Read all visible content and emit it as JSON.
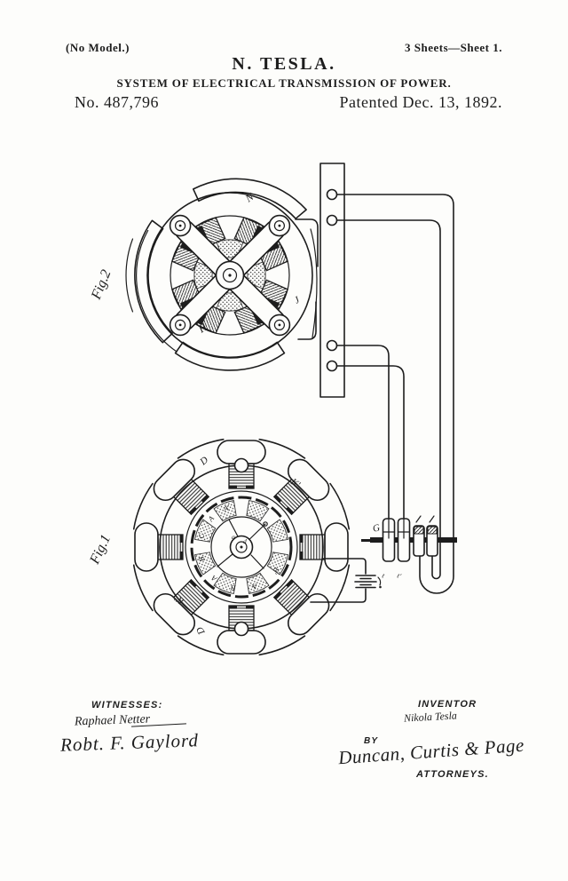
{
  "colors": {
    "ink": "#1d1d1d",
    "paper": "#fdfdfb"
  },
  "header": {
    "no_model": "(No Model.)",
    "sheets": "3 Sheets—Sheet 1.",
    "name": "N. TESLA.",
    "title": "SYSTEM OF ELECTRICAL TRANSMISSION OF POWER.",
    "number": "No. 487,796",
    "date": "Patented Dec. 13, 1892."
  },
  "fig2": {
    "caption": "Fig.2",
    "label_n": "N",
    "label_h": "H",
    "label_j": "J"
  },
  "fig1": {
    "caption": "Fig.1",
    "pole_labels": {
      "top_left": "D",
      "top_right": "K'",
      "bottom_left": "K'",
      "bottom": "D"
    },
    "rotor_labels": [
      "A'",
      "A",
      "C",
      "B",
      "A",
      "B",
      "A",
      "B'"
    ],
    "hub_labels": [
      "a",
      "d"
    ]
  },
  "circuit": {
    "block_label": "G",
    "plug_label_1": "t",
    "plug_label_2": "t'"
  },
  "sign": {
    "witnesses_heading": "WITNESSES:",
    "witness1": "Raphael Netter",
    "witness2": "Robt. F. Gaylord",
    "inventor_heading": "INVENTOR",
    "inventor_signature": "Nikola Tesla",
    "by_label": "BY",
    "attorney_signature": "Duncan, Curtis & Page",
    "attorneys_heading": "ATTORNEYS."
  }
}
